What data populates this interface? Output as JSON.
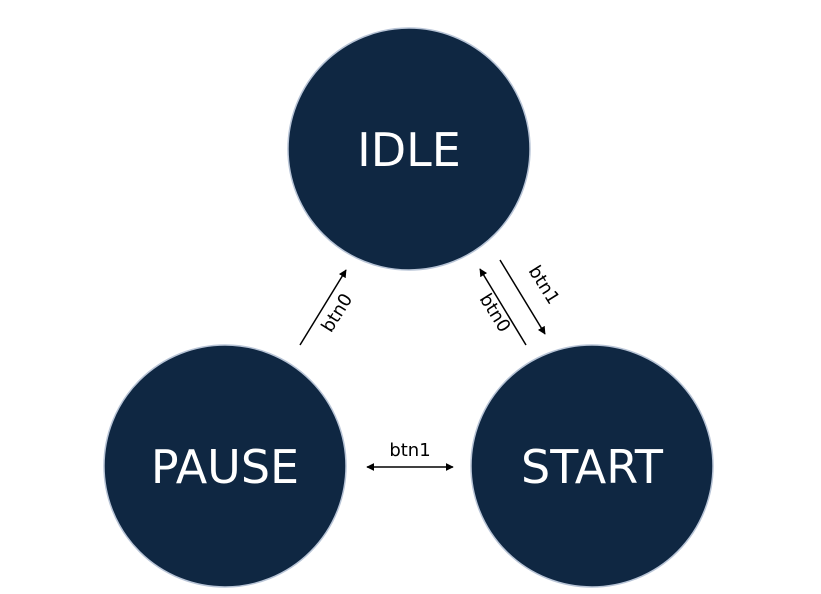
{
  "colors": {
    "state_fill": "#0f2742",
    "state_stroke": "#b8c4d6",
    "state_text": "#ffffff",
    "edge": "#000000"
  },
  "states": {
    "idle": "IDLE",
    "pause": "PAUSE",
    "start": "START"
  },
  "transitions": {
    "pause_to_idle": "btn0",
    "idle_to_start": "btn1",
    "start_to_idle": "btn0",
    "pause_start": "btn1"
  }
}
